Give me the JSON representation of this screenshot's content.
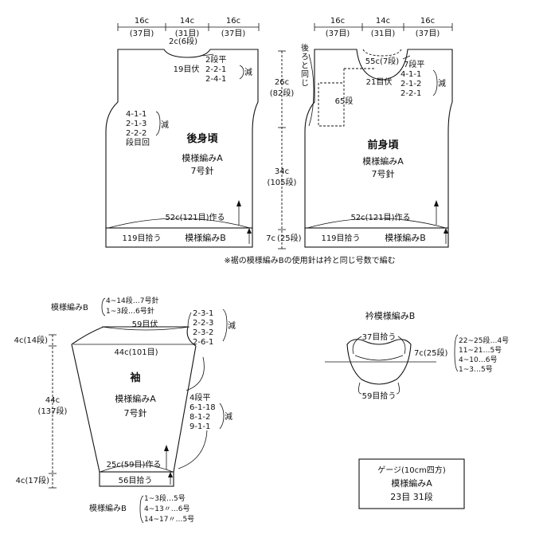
{
  "back": {
    "title": "後身頃",
    "pattern": "模様編みA",
    "needle": "7号針",
    "top_w1": "16c",
    "top_w1_rows": "(37目)",
    "top_w2": "14c",
    "top_w2_rows": "(31目)",
    "top_w3": "16c",
    "top_w3_rows": "(37目)",
    "neck_center": "2c(6段)",
    "neck_bind": "19目伏",
    "neck_dec_1": "2段平",
    "neck_dec_2": "2-2-1",
    "neck_dec_3": "2-4-1",
    "neck_dec_label": "減",
    "arm_dec_1": "4-1-1",
    "arm_dec_2": "2-1-3",
    "arm_dec_3": "2-2-2",
    "arm_dec_4": "段目回",
    "arm_dec_label": "減",
    "cast_on": "52c(121目)作る",
    "hem_pick": "119目拾う",
    "hem_pattern": "模様編みB"
  },
  "front": {
    "title": "前身頃",
    "pattern": "模様編みA",
    "needle": "7号針",
    "top_w1": "16c",
    "top_w1_rows": "(37目)",
    "top_w2": "14c",
    "top_w2_rows": "(31目)",
    "top_w3": "16c",
    "top_w3_rows": "(37目)",
    "same_as_back": "後ろと同じ",
    "neck_bind_top": "55c(7段)",
    "neck_bind": "21目伏",
    "rows_65": "65段",
    "neck_dec_1": "7段平",
    "neck_dec_2": "4-1-1",
    "neck_dec_3": "2-1-2",
    "neck_dec_4": "2-2-1",
    "neck_dec_label": "減",
    "cast_on": "52c(121目)作る",
    "hem_pick": "119目拾う",
    "hem_pattern": "模様編みB"
  },
  "body_dims": {
    "upper": "26c",
    "upper_rows": "(82段)",
    "lower": "34c",
    "lower_rows": "(105段)",
    "hem": "7c",
    "hem_rows": "(25段)"
  },
  "note": "※裾の模様編みBの使用針は衿と同じ号数で編む",
  "sleeve": {
    "title": "袖",
    "pattern": "模様編みA",
    "needle": "7号針",
    "cap_pattern": "模様編みB",
    "cap_needle_1": "4~14段…7号針",
    "cap_needle_2": "1~3段…6号針",
    "cap_bind": "59目伏",
    "cap_dec_1": "2-3-1",
    "cap_dec_2": "2-2-3",
    "cap_dec_3": "2-3-2",
    "cap_dec_4": "2-6-1",
    "cap_dec_label": "減",
    "top_width": "44c(101目)",
    "cap_h": "4c(14段)",
    "body_h": "44c",
    "body_rows": "(137段)",
    "cuff_h": "4c(17段)",
    "side_dec_1": "4段平",
    "side_dec_2": "6-1-18",
    "side_dec_3": "8-1-2",
    "side_dec_4": "9-1-1",
    "side_dec_label": "減",
    "cast_on": "25c(59目)作る",
    "cuff_pick": "56目拾う",
    "cuff_pattern": "模様編みB",
    "cuff_needle_1": "1~3段…5号",
    "cuff_needle_2": "4~13〃…6号",
    "cuff_needle_3": "14~17〃…5号"
  },
  "collar": {
    "title": "衿模様編みB",
    "top_pick": "37目拾う",
    "height": "7c(25段)",
    "bottom_pick": "59目拾う",
    "needle_1": "22~25段…4号",
    "needle_2": "11~21…5号",
    "needle_3": "4~10…6号",
    "needle_4": "1~3…5号"
  },
  "gauge": {
    "title": "ゲージ(10cm四方)",
    "pattern": "模様編みA",
    "values": "23目 31段"
  }
}
